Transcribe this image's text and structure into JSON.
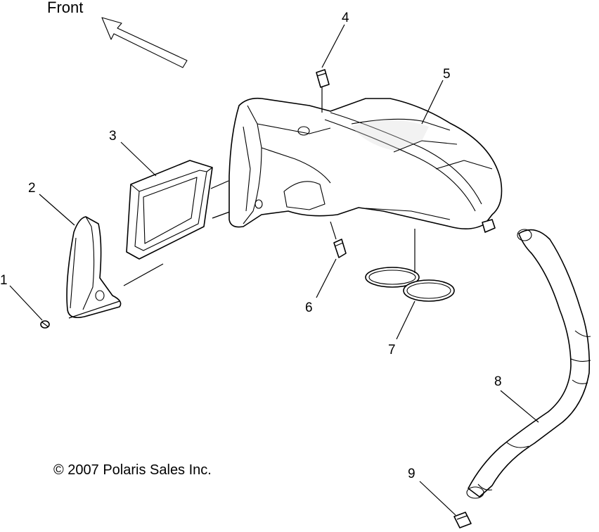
{
  "direction_label": "Front",
  "copyright": "© 2007 Polaris Sales Inc.",
  "callouts": [
    {
      "id": "1",
      "label": "1"
    },
    {
      "id": "2",
      "label": "2"
    },
    {
      "id": "3",
      "label": "3"
    },
    {
      "id": "4",
      "label": "4"
    },
    {
      "id": "5",
      "label": "5"
    },
    {
      "id": "6",
      "label": "6"
    },
    {
      "id": "7",
      "label": "7"
    },
    {
      "id": "8",
      "label": "8"
    },
    {
      "id": "9",
      "label": "9"
    }
  ]
}
